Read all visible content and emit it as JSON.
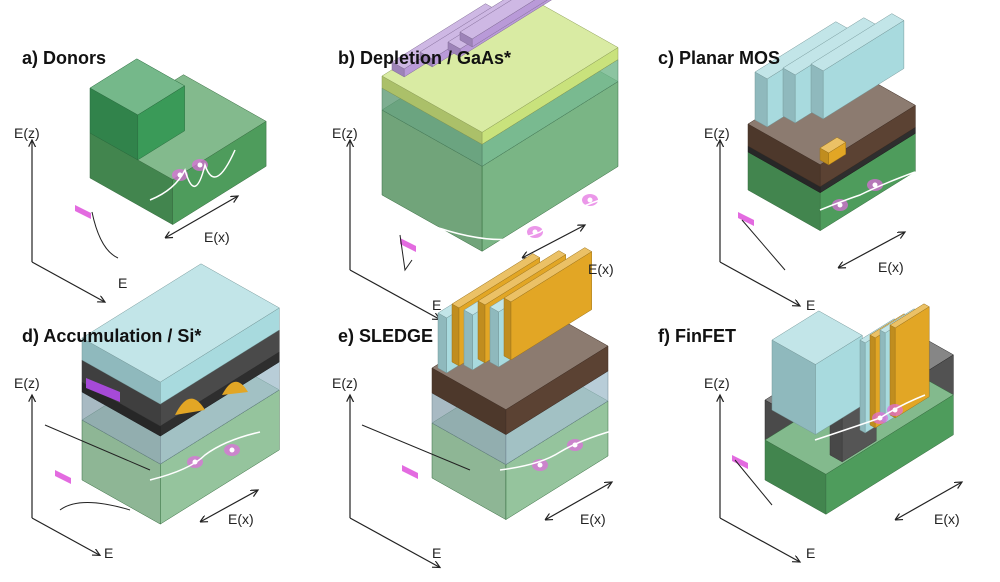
{
  "panels": [
    {
      "id": "a",
      "title": "a) Donors",
      "ez": "E(z)",
      "ex": "E(x)",
      "e": "E"
    },
    {
      "id": "b",
      "title": "b) Depletion / GaAs*",
      "ez": "E(z)",
      "ex": "E(x)",
      "e": "E"
    },
    {
      "id": "c",
      "title": "c) Planar MOS",
      "ez": "E(z)",
      "ex": "E(x)",
      "e": "E"
    },
    {
      "id": "d",
      "title": "d) Accumulation / Si*",
      "ez": "E(z)",
      "ex": "E(x)",
      "e": "E"
    },
    {
      "id": "e",
      "title": "e) SLEDGE",
      "ez": "E(z)",
      "ex": "E(x)",
      "e": "E"
    },
    {
      "id": "f",
      "title": "f) FinFET",
      "ez": "E(z)",
      "ex": "E(x)",
      "e": "E"
    }
  ],
  "colors": {
    "substrate_green": "#4e9c5c",
    "substrate_top": "#8fd08f",
    "oxide_cyan": "#a8dade",
    "gate_brown": "#5b4233",
    "dark_layer": "#2e2e2e",
    "purple_gate": "#b99ad8",
    "gold_gate": "#e2a625",
    "qubit_magenta": "#e36be0",
    "lime_layer": "#c9e27c"
  }
}
